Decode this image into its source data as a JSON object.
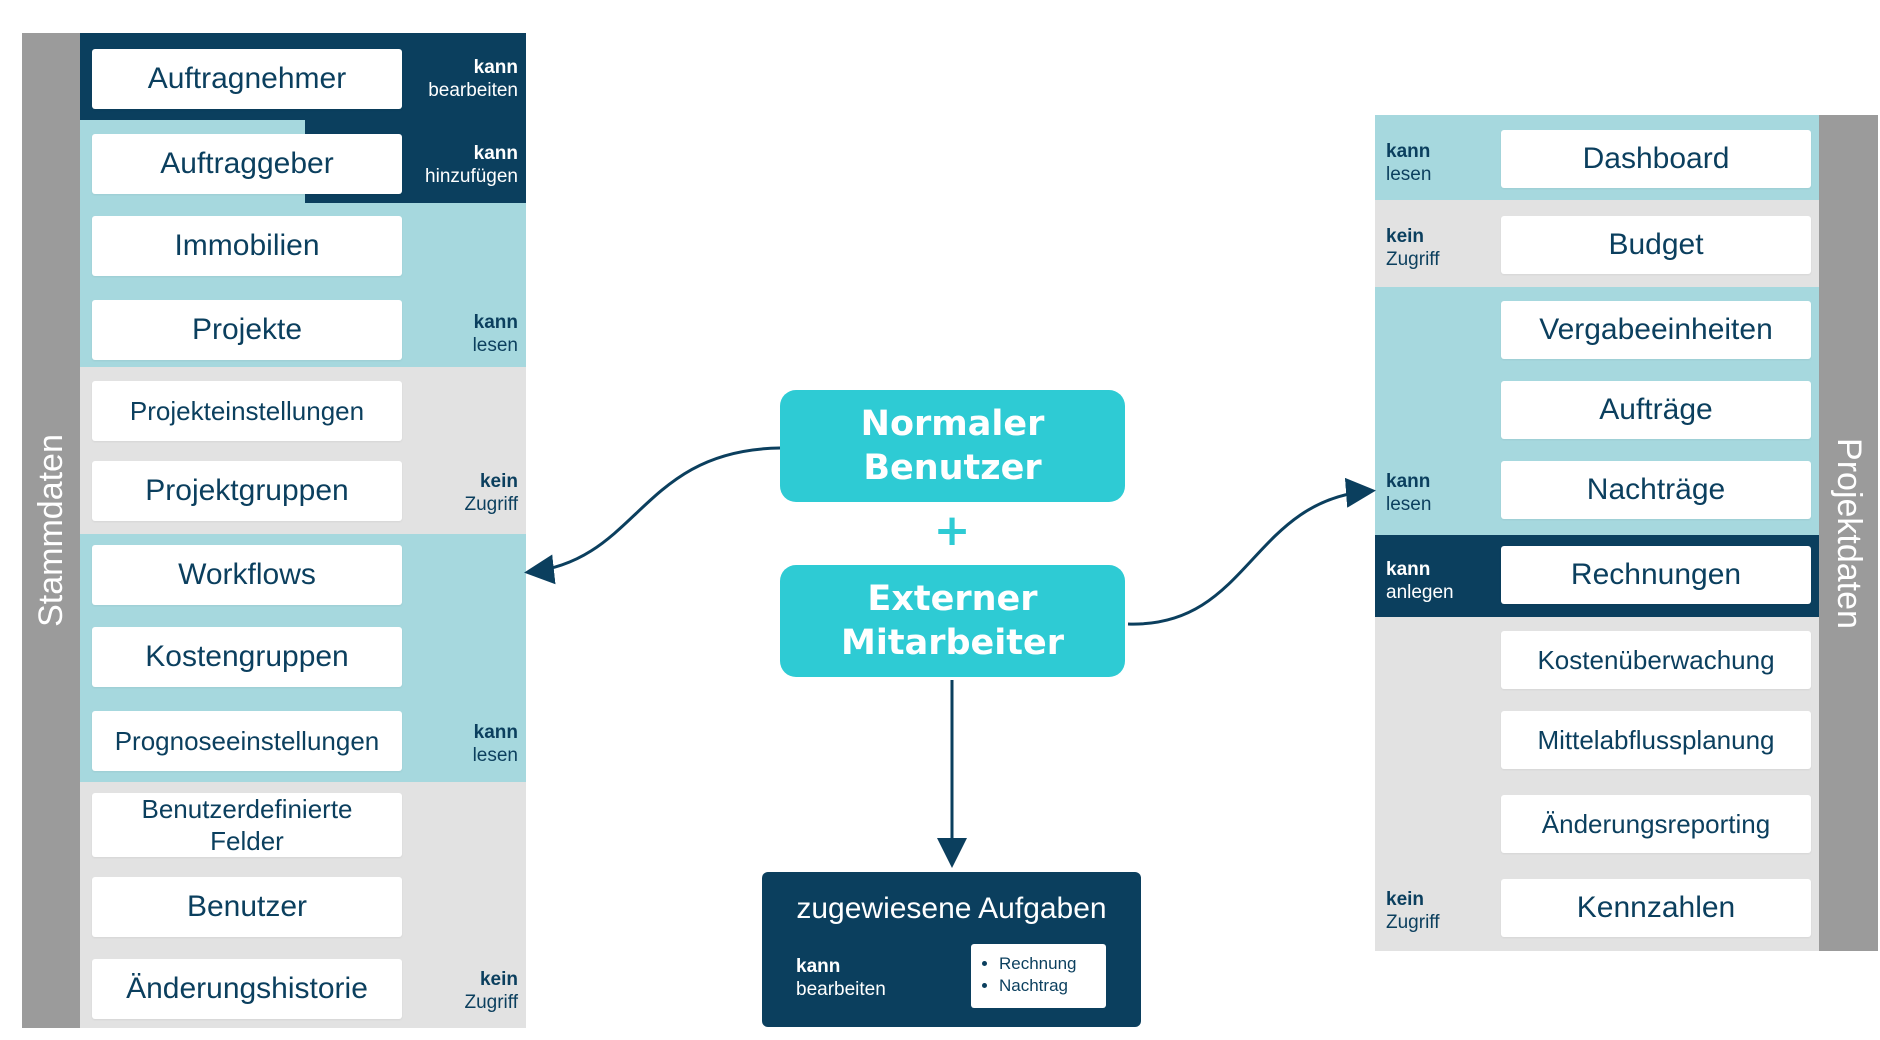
{
  "left_panel": {
    "sidebar_label": "Stammdaten",
    "items": [
      {
        "label": "Auftragnehmer"
      },
      {
        "label": "Auftraggeber"
      },
      {
        "label": "Immobilien"
      },
      {
        "label": "Projekte"
      },
      {
        "label": "Projekteinstellungen"
      },
      {
        "label": "Projektgruppen"
      },
      {
        "label": "Workflows"
      },
      {
        "label": "Kostengruppen"
      },
      {
        "label": "Prognoseeinstellungen"
      },
      {
        "label": "Benutzerdefinierte Felder"
      },
      {
        "label": "Benutzer"
      },
      {
        "label": "Änderungshistorie"
      }
    ],
    "permissions": [
      {
        "bold": "kann",
        "text": "bearbeiten"
      },
      {
        "bold": "kann",
        "text": "hinzufügen"
      },
      {
        "bold": "kann",
        "text": "lesen"
      },
      {
        "bold": "kein",
        "text": "Zugriff"
      },
      {
        "bold": "kann",
        "text": "lesen"
      },
      {
        "bold": "kein",
        "text": "Zugriff"
      }
    ]
  },
  "center": {
    "role1": "Normaler Benutzer",
    "plus": "+",
    "role2": "Externer Mitarbeiter",
    "tasks": {
      "title": "zugewiesene Aufgaben",
      "perm_bold": "kann",
      "perm_text": "bearbeiten",
      "items": [
        "Rechnung",
        "Nachtrag"
      ]
    }
  },
  "right_panel": {
    "sidebar_label": "Projektdaten",
    "items": [
      {
        "label": "Dashboard"
      },
      {
        "label": "Budget"
      },
      {
        "label": "Vergabeeinheiten"
      },
      {
        "label": "Aufträge"
      },
      {
        "label": "Nachträge"
      },
      {
        "label": "Rechnungen"
      },
      {
        "label": "Kostenüberwachung"
      },
      {
        "label": "Mittelabflussplanung"
      },
      {
        "label": "Änderungsreporting"
      },
      {
        "label": "Kennzahlen"
      }
    ],
    "permissions": [
      {
        "bold": "kann",
        "text": "lesen"
      },
      {
        "bold": "kein",
        "text": "Zugriff"
      },
      {
        "bold": "kann",
        "text": "lesen"
      },
      {
        "bold": "kann",
        "text": "anlegen"
      },
      {
        "bold": "kein",
        "text": "Zugriff"
      }
    ]
  },
  "colors": {
    "dark_blue": "#0b3f5e",
    "light_teal": "#a6d8de",
    "grey": "#e2e2e2",
    "sidebar_grey": "#9b9b9b",
    "accent_cyan": "#2ecbd4"
  }
}
